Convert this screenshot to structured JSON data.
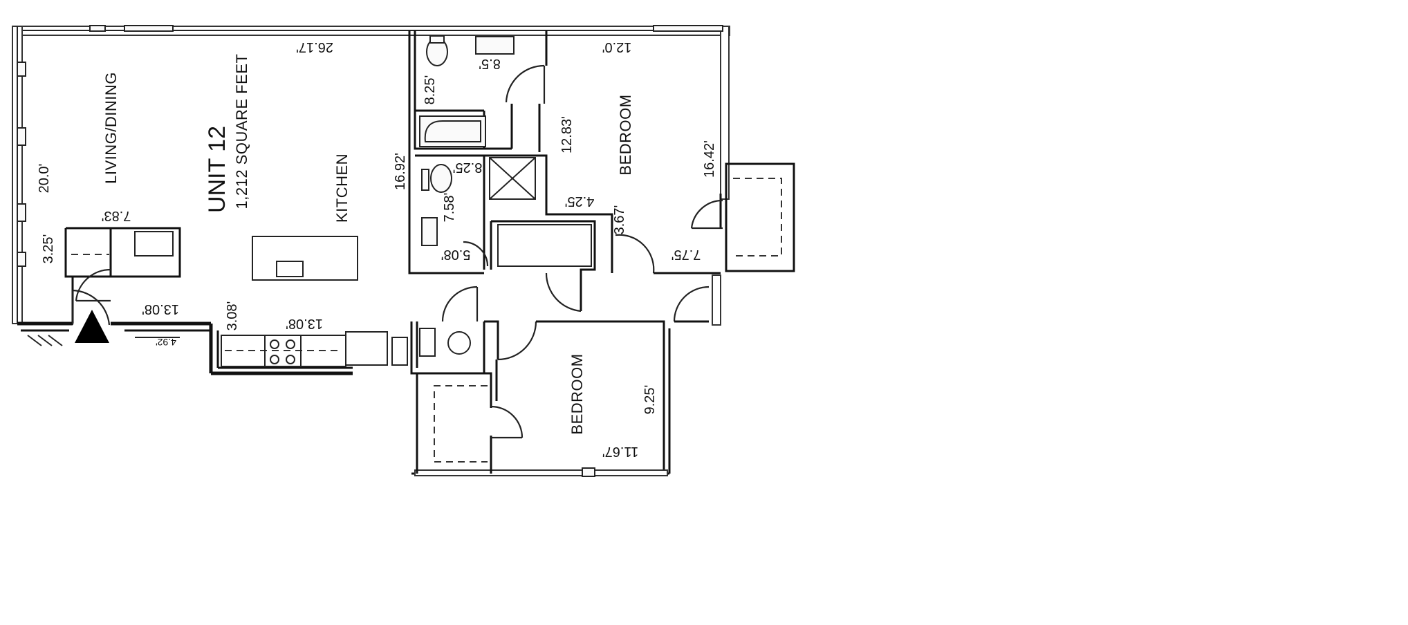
{
  "plan": {
    "unit_title": "UNIT 12",
    "area": "1,212 SQUARE FEET",
    "rooms": {
      "living_dining": "LIVING/DINING",
      "kitchen": "KITCHEN",
      "bedroom_upper": "BEDROOM",
      "bedroom_lower": "BEDROOM"
    },
    "dimensions": {
      "living_width": "26.17'",
      "living_height": "20.0'",
      "entry_closet_w": "7.83'",
      "entry_closet_h": "3.25'",
      "hall_width": "13.08'",
      "kitchen_height": "3.08'",
      "kitchen_width": "13.08'",
      "bath1_width": "8.5'",
      "bath1_height": "8.25'",
      "hall_length": "16.92'",
      "bath2_width": "8.25'",
      "bath2_height": "7.58'",
      "laundry_width": "5.08'",
      "bedroom1_closet_h": "12.83'",
      "bedroom1_closet_w": "4.25'",
      "bedroom1_width": "12.0'",
      "bedroom1_height": "16.42'",
      "hall_closet_h": "3.67'",
      "hall_closet_w": "7.75'",
      "bedroom2_height": "9.25'",
      "bedroom2_width": "11.67'",
      "corridor_label": "4.92'"
    }
  }
}
